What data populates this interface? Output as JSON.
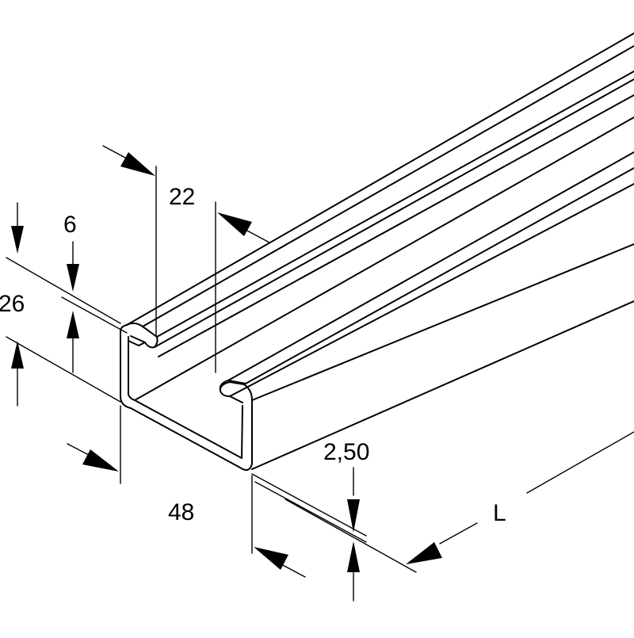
{
  "diagram": {
    "subject": "C-profile mounting rail",
    "line_color": "#000000",
    "background_color": "#ffffff"
  },
  "dimensions": {
    "height": "26",
    "lip_depth": "6",
    "slot_opening": "22",
    "width": "48",
    "thickness": "2,50",
    "length": "L"
  }
}
